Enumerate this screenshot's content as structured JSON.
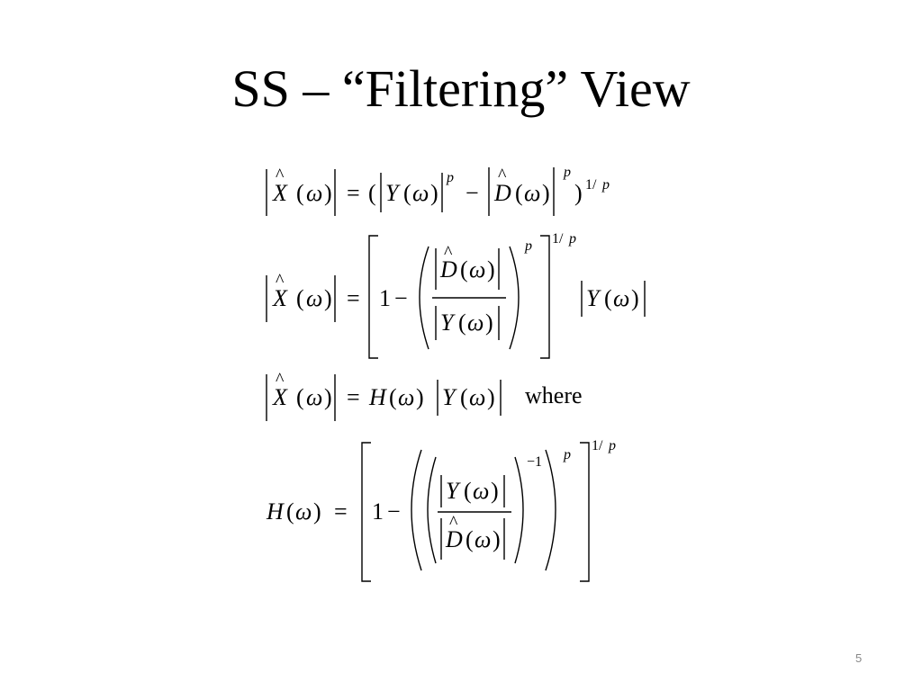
{
  "slide": {
    "title": "SS – “Filtering” View",
    "page_number": "5"
  },
  "equations": {
    "eq3_word": "where"
  }
}
